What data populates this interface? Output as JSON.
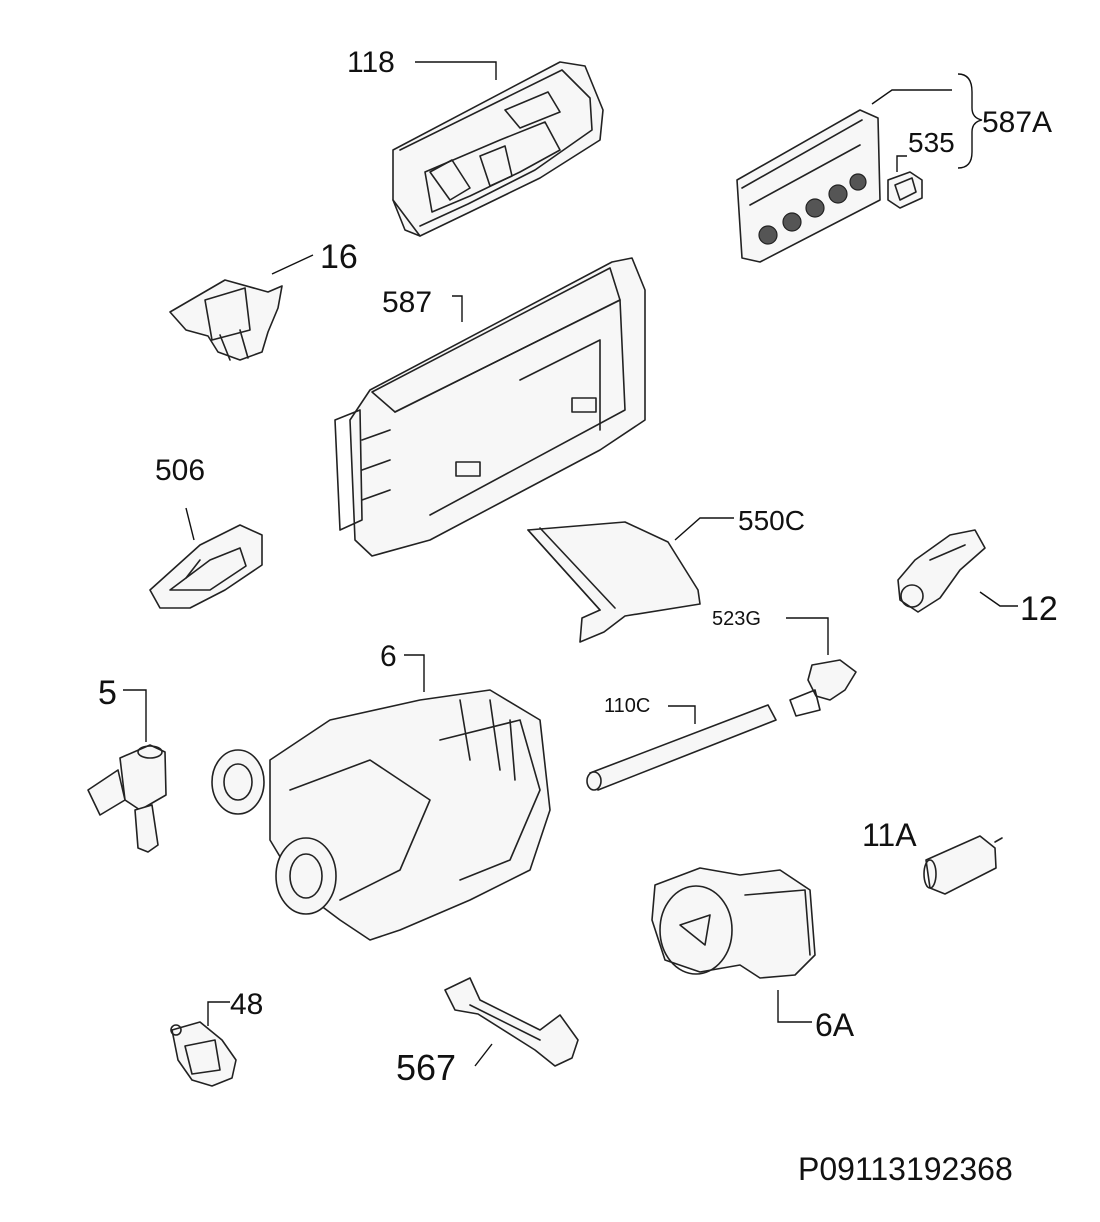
{
  "diagram": {
    "parts": [
      {
        "key": "118",
        "label": "118"
      },
      {
        "key": "587A",
        "label": "587A"
      },
      {
        "key": "535",
        "label": "535"
      },
      {
        "key": "16",
        "label": "16"
      },
      {
        "key": "587",
        "label": "587"
      },
      {
        "key": "506",
        "label": "506"
      },
      {
        "key": "550C",
        "label": "550C"
      },
      {
        "key": "12",
        "label": "12"
      },
      {
        "key": "523G",
        "label": "523G"
      },
      {
        "key": "6",
        "label": "6"
      },
      {
        "key": "5",
        "label": "5"
      },
      {
        "key": "110C",
        "label": "110C"
      },
      {
        "key": "11A",
        "label": "11A"
      },
      {
        "key": "6A",
        "label": "6A"
      },
      {
        "key": "48",
        "label": "48"
      },
      {
        "key": "567",
        "label": "567"
      }
    ],
    "reference_code": "P09113192368"
  }
}
